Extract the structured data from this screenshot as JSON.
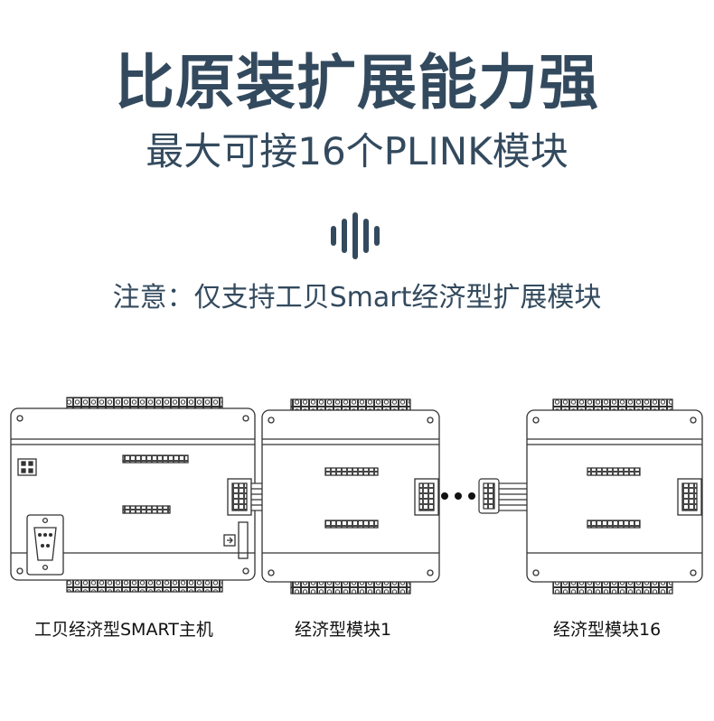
{
  "headline": {
    "title": "比原装扩展能力强",
    "subtitle": "最大可接16个PLINK模块",
    "note": "注意：仅支持工贝Smart经济型扩展模块"
  },
  "decor_icon": "sound-wave-icon",
  "colors": {
    "text": "#334a5e",
    "line": "#333333",
    "module_fill": "#ffffff"
  },
  "devices": {
    "host_label": "工贝经济型SMART主机",
    "module1_label": "经济型模块1",
    "module16_label": "经济型模块16",
    "ellipsis_icon": "dots-icon"
  }
}
